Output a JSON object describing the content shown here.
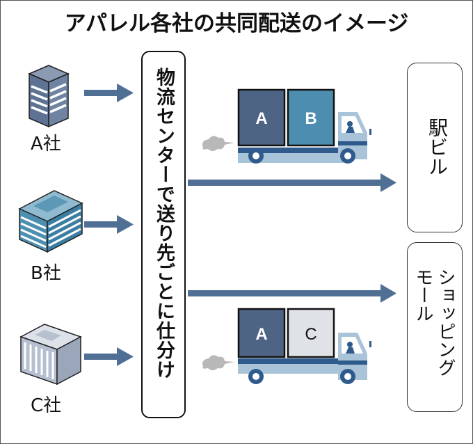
{
  "title": "アパレル各社の共同配送のイメージ",
  "companies": [
    {
      "label": "A社",
      "icon": "office-building-icon"
    },
    {
      "label": "B社",
      "icon": "office-building-icon"
    },
    {
      "label": "C社",
      "icon": "office-building-icon"
    }
  ],
  "logistics_center": {
    "label": "物流センターで送り先ごとに仕分け"
  },
  "trucks": [
    {
      "cargo": [
        "A",
        "B"
      ],
      "destination": "駅ビル"
    },
    {
      "cargo": [
        "A",
        "C"
      ],
      "destination": "ショッピングモール"
    }
  ],
  "destinations": [
    {
      "label": "駅ビル"
    },
    {
      "label_line1": "ショッピング",
      "label_line2": "モール"
    }
  ],
  "colors": {
    "arrow": "#4f6f94",
    "company_a": "#5a6e8c",
    "company_b": "#4a8fb0",
    "company_c": "#c8cfdb",
    "cargo_a": "#4d6485",
    "cargo_b": "#4d8db0",
    "cargo_c": "#dfe2e7",
    "truck_light": "#a9c4d8",
    "truck_dark": "#2f5a8c",
    "exhaust": "#b8b8b8"
  }
}
